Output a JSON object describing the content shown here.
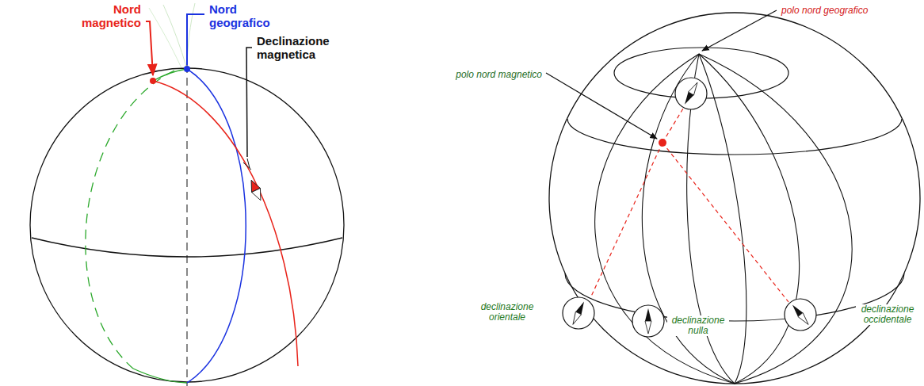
{
  "diagram": {
    "labels": [
      "Nord magnetico",
      "Nord geografico",
      "Declinazione magnetica",
      "polo nord geografico",
      "polo nord magnetico",
      "declinazione orientale",
      "declinazione nulla",
      "declinazione occidentale"
    ]
  }
}
